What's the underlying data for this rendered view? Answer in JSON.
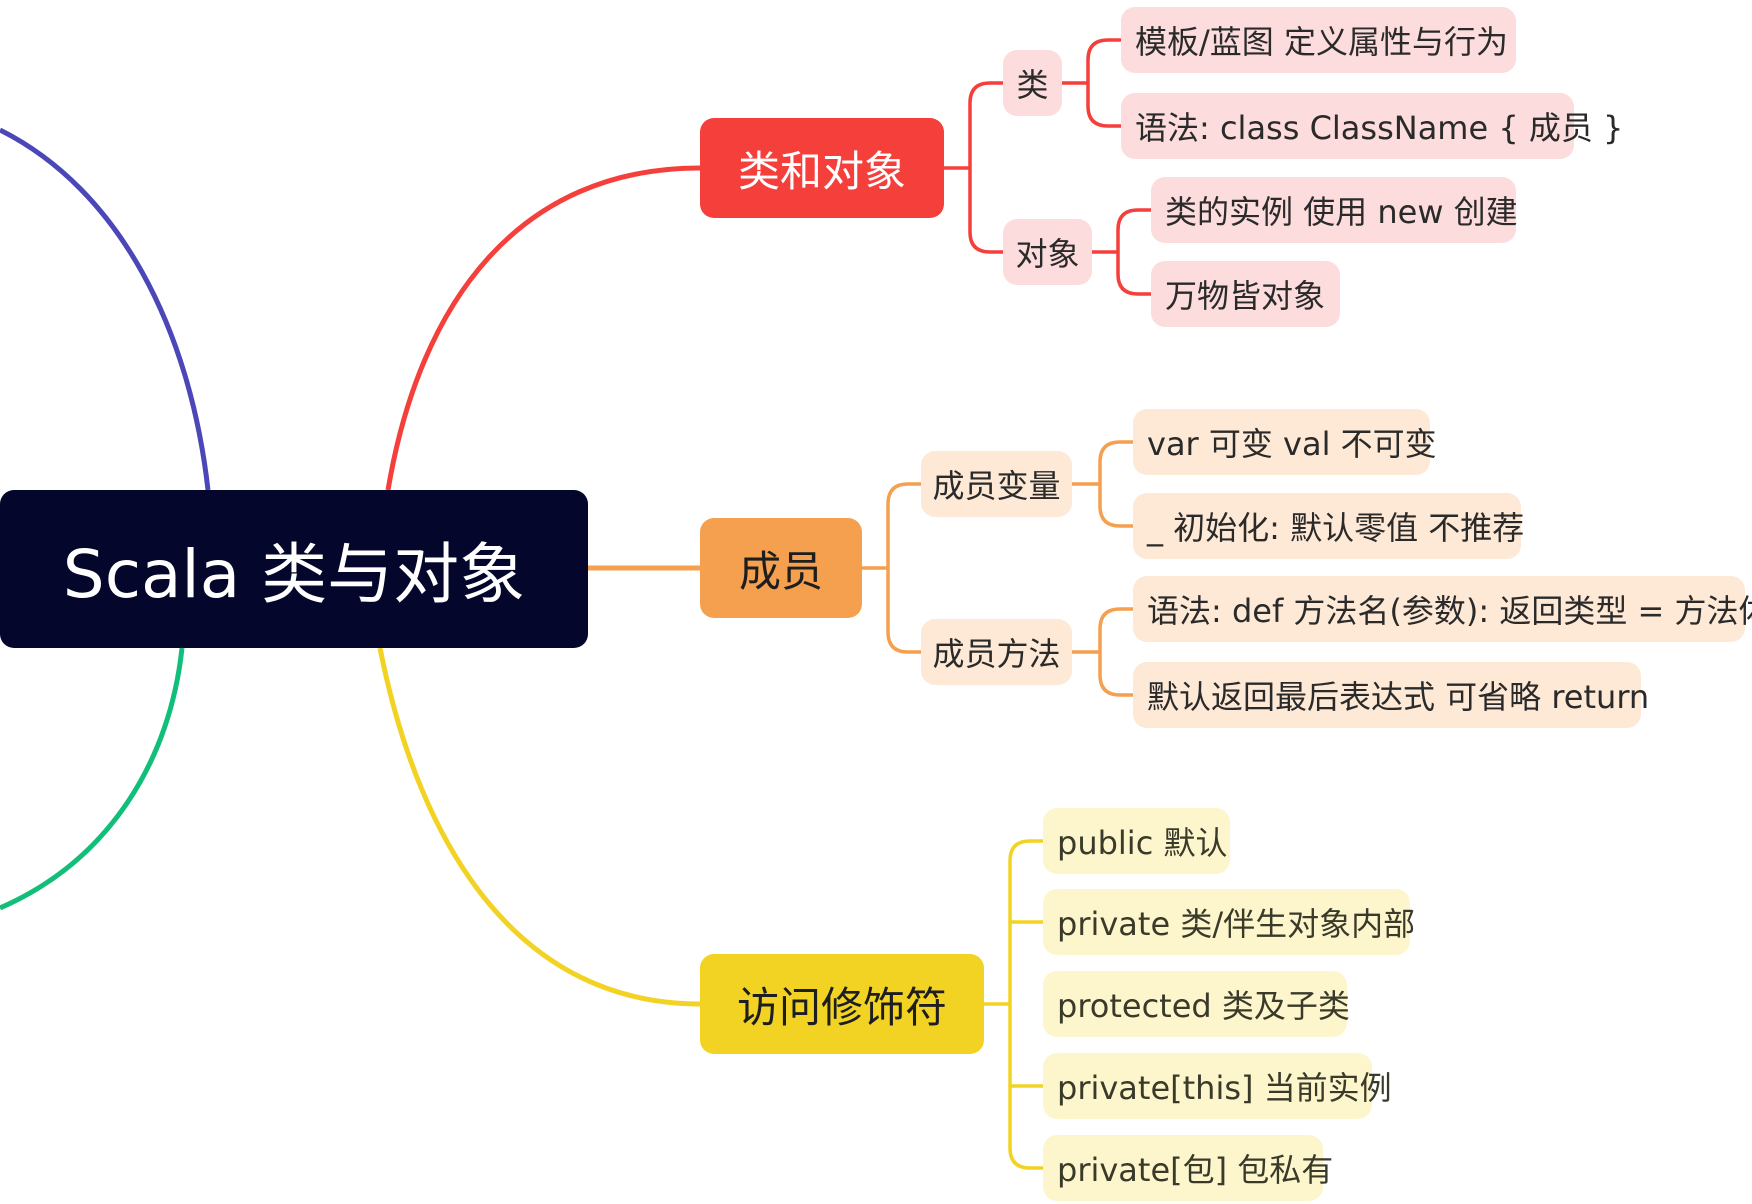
{
  "root": {
    "label": "Scala 类与对象"
  },
  "colors": {
    "root_bg": "#04062b",
    "branch_red": "#f53f3b",
    "branch_orange": "#f4a04f",
    "branch_yellow": "#f2d323",
    "line_blue": "#4b47b8",
    "line_green": "#12bf7a"
  },
  "branches": {
    "class_object": {
      "label": "类和对象",
      "class": {
        "label": "类",
        "items": [
          "模板/蓝图 定义属性与行为",
          "语法: class ClassName { 成员 }"
        ]
      },
      "object": {
        "label": "对象",
        "items": [
          "类的实例 使用 new 创建",
          "万物皆对象"
        ]
      }
    },
    "members": {
      "label": "成员",
      "variables": {
        "label": "成员变量",
        "items": [
          "var 可变 val 不可变",
          "_ 初始化: 默认零值 不推荐"
        ]
      },
      "methods": {
        "label": "成员方法",
        "items": [
          "语法: def 方法名(参数): 返回类型 = 方法体",
          "默认返回最后表达式 可省略 return"
        ]
      }
    },
    "access": {
      "label": "访问修饰符",
      "items": [
        "public 默认",
        "private 类/伴生对象内部",
        "protected 类及子类",
        "private[this] 当前实例",
        "private[包] 包私有"
      ]
    }
  }
}
